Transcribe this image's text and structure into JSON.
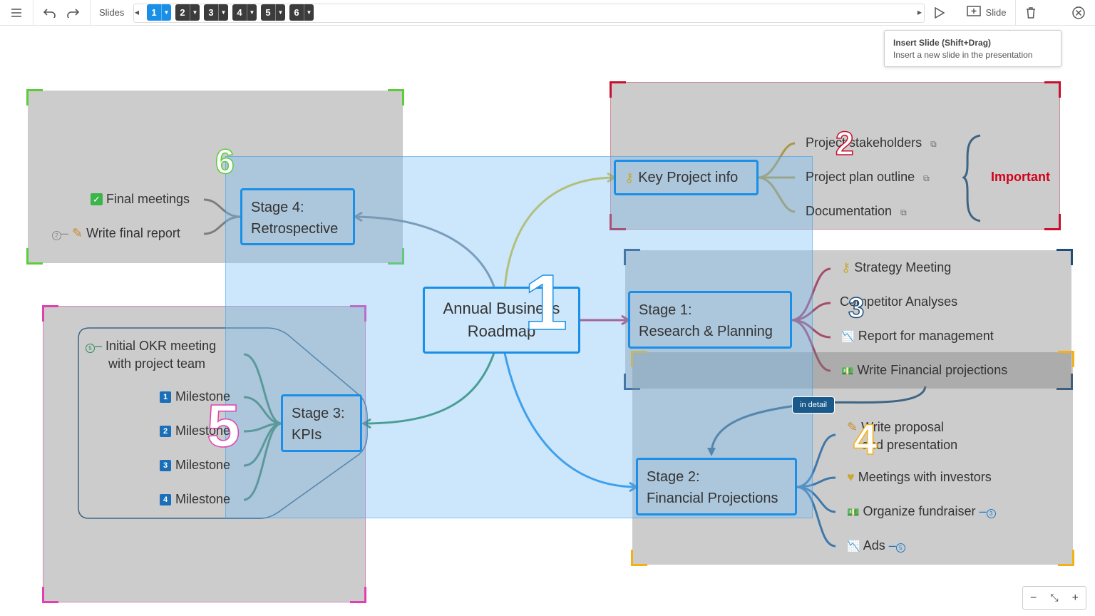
{
  "toolbar": {
    "slides_label": "Slides",
    "slide_tabs": [
      "1",
      "2",
      "3",
      "4",
      "5",
      "6"
    ],
    "insert_label": "Slide"
  },
  "tooltip": {
    "title": "Insert Slide (Shift+Drag)",
    "description": "Insert a new slide in the presentation"
  },
  "slides": {
    "numbers": [
      "1",
      "2",
      "3",
      "4",
      "5",
      "6"
    ]
  },
  "map": {
    "central": "Annual Business Roadmap",
    "key_info": {
      "title": "Key Project info",
      "items": [
        "Project stakeholders",
        "Project plan outline",
        "Documentation"
      ],
      "callout": "Important"
    },
    "stage1": {
      "title_line1": "Stage 1:",
      "title_line2": "Research & Planning",
      "items": [
        "Strategy Meeting",
        "Competitor Analyses",
        "Report for management",
        "Write Financial projections"
      ]
    },
    "relation_label": "in detail",
    "stage2": {
      "title_line1": "Stage 2:",
      "title_line2": "Financial Projections",
      "items": [
        "Write proposal and presentation",
        "Meetings with investors",
        "Organize fundraiser",
        "Ads"
      ],
      "item1_line1": "Write proposal",
      "item1_line2": "and presentation",
      "fundraiser_count": "3",
      "ads_count": "5"
    },
    "stage3": {
      "title_line1": "Stage 3:",
      "title_line2": "KPIs",
      "okr_line1": "Initial OKR meeting",
      "okr_line2": "with project team",
      "okr_count": "5",
      "milestones": [
        {
          "num": "1",
          "label": "Milestone"
        },
        {
          "num": "2",
          "label": "Milestone"
        },
        {
          "num": "3",
          "label": "Milestone"
        },
        {
          "num": "4",
          "label": "Milestone"
        }
      ]
    },
    "stage4": {
      "title_line1": "Stage 4:",
      "title_line2": "Retrospective",
      "items": [
        "Final meetings",
        "Write final report"
      ],
      "report_count": "2"
    }
  },
  "colors": {
    "accent": "#1a8fe8",
    "slide2": "#c8102e",
    "slide3": "#1f4e79",
    "slide4": "#f5b014",
    "slide5": "#e040b0",
    "slide6": "#5ccc3a",
    "important": "#d0021b"
  },
  "icons": [
    "menu-icon",
    "undo-icon",
    "redo-icon",
    "play-icon",
    "insert-slide-icon",
    "trash-icon",
    "close-icon",
    "zoom-out-icon",
    "fit-icon",
    "zoom-in-icon",
    "key-icon",
    "external-link-icon",
    "chart-icon",
    "money-icon",
    "pencil-icon",
    "handshake-icon",
    "check-icon"
  ],
  "zoom": {
    "minus": "−",
    "plus": "+"
  }
}
